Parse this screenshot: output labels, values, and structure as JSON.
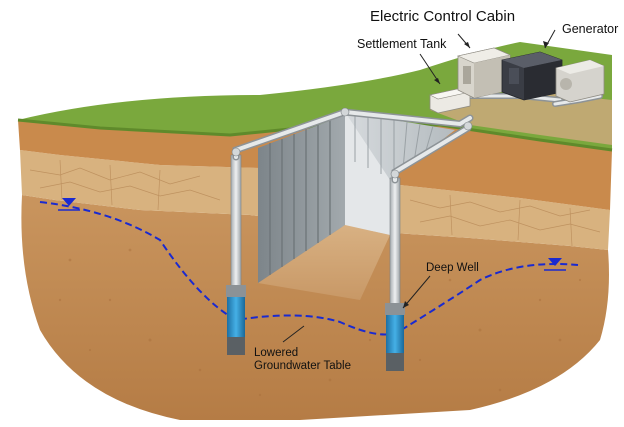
{
  "labels": {
    "control_cabin": "Electric Control Cabin",
    "generator": "Generator",
    "settlement_tank": "Settlement Tank",
    "deep_well": "Deep Well",
    "lowered_groundwater_line1": "Lowered",
    "lowered_groundwater_line2": "Groundwater Table"
  },
  "colors": {
    "grass": "#79a63c",
    "topsoil": "#c98a4c",
    "dry_clay": "#d6ae7b",
    "deep_soil": "#c5915a",
    "steel_sheet": "#8d9498",
    "pipe": "#d9dddf",
    "pump": "#2c8fc9",
    "groundwater_line": "#1a2ad0",
    "cabin": "#d8d5cc",
    "generator": "#3a3d45"
  }
}
